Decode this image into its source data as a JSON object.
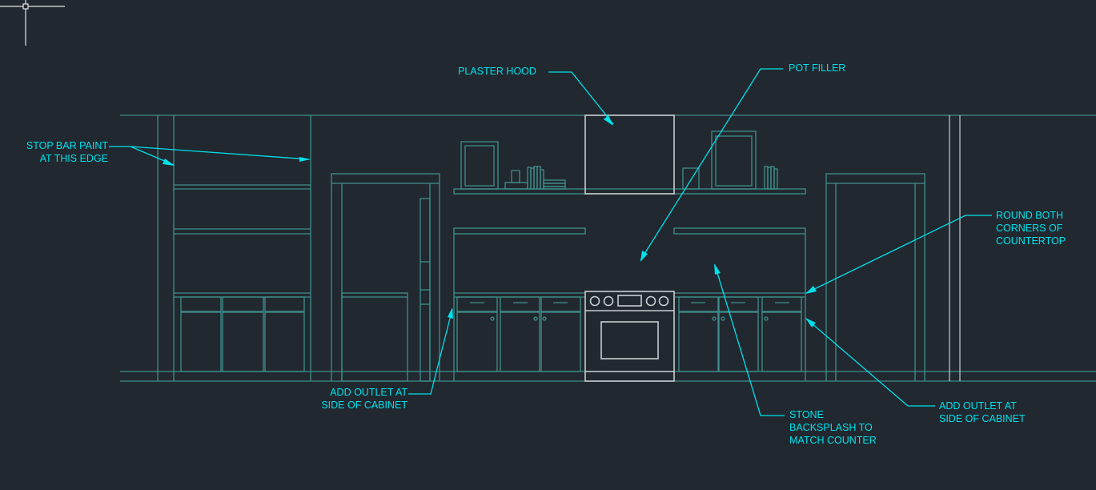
{
  "colors": {
    "background": "#212830",
    "linework": "#3f8f8b",
    "appliance": "#c9cccf",
    "annotation": "#00e1ea",
    "cursor": "#e6e6e6"
  },
  "annotations": {
    "plaster_hood": "PLASTER HOOD",
    "pot_filler": "POT FILLER",
    "stop_bar_paint": [
      "STOP BAR PAINT",
      "AT THIS EDGE"
    ],
    "round_corners": [
      "ROUND BOTH",
      "CORNERS OF",
      "COUNTERTOP"
    ],
    "outlet_left": [
      "ADD OUTLET AT",
      "SIDE OF CABINET"
    ],
    "outlet_right": [
      "ADD OUTLET AT",
      "SIDE OF CABINET"
    ],
    "backsplash": [
      "STONE",
      "BACKSPLASH TO",
      "MATCH COUNTER"
    ]
  }
}
